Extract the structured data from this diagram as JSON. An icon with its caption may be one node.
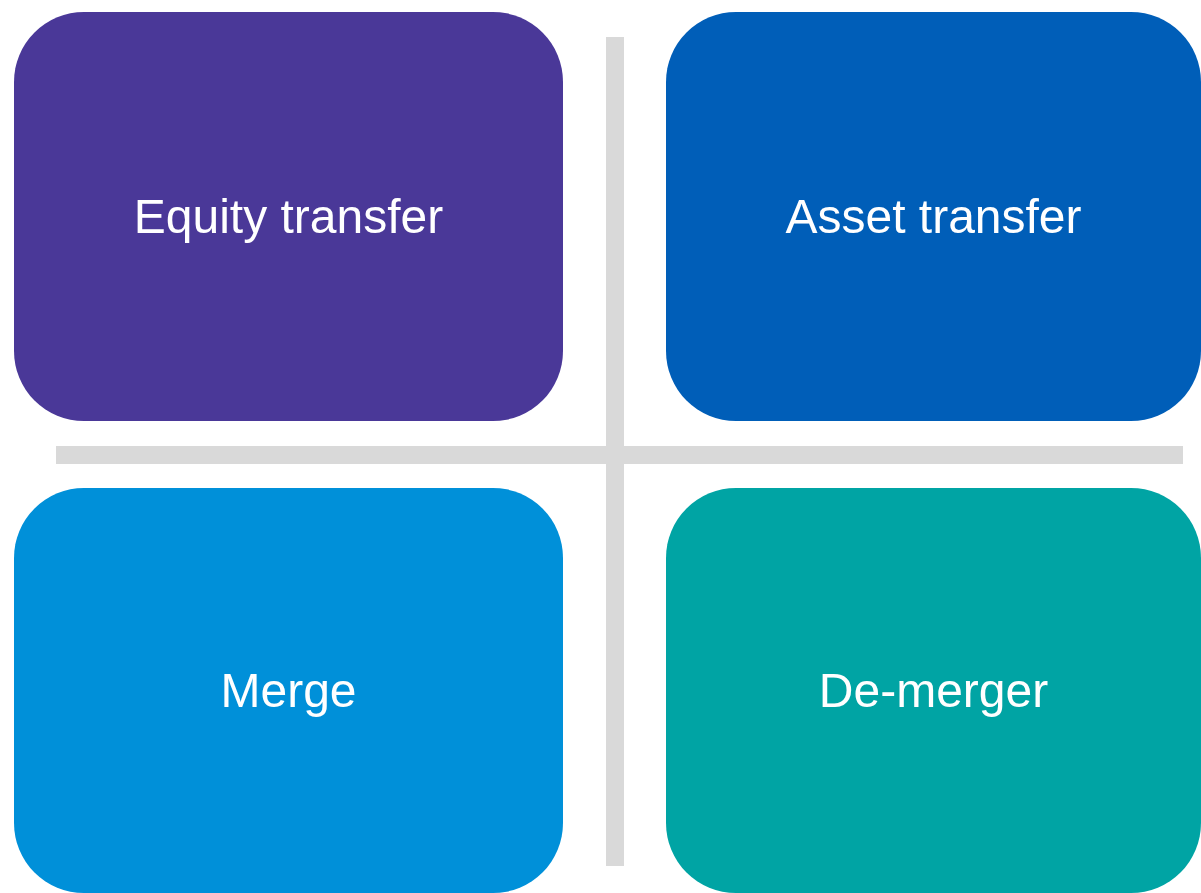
{
  "diagram": {
    "nodes": [
      {
        "text": [
          "Equity transfer"
        ]
      },
      {
        "text": [
          "Asset transfer"
        ]
      },
      {
        "text": [
          "Merge"
        ]
      },
      {
        "text": [
          "De-merger"
        ]
      }
    ]
  }
}
